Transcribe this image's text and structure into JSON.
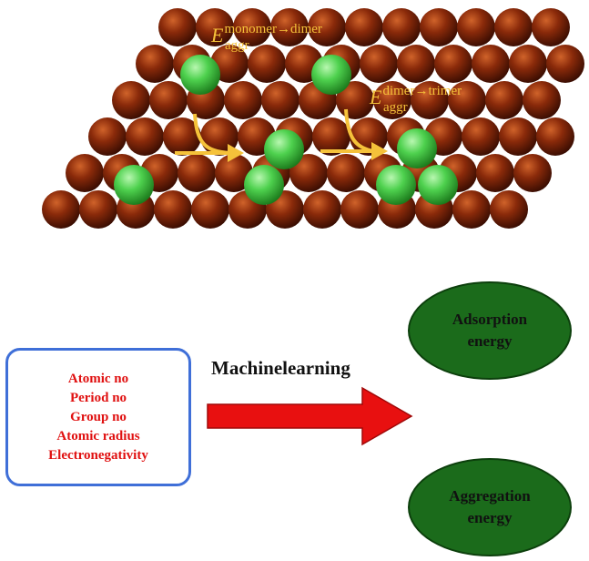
{
  "surface": {
    "label1": {
      "main": "E",
      "sub": "aggr",
      "sup": "monomer→dimer"
    },
    "label2": {
      "main": "E",
      "sub": "aggr",
      "sup": "dimer→trimer"
    }
  },
  "features": {
    "items": [
      "Atomic no",
      "Period no",
      "Group no",
      "Atomic radius",
      "Electronegativity"
    ]
  },
  "method_label": "Machinelearning",
  "outputs": {
    "adsorption": "Adsorption energy",
    "aggregation": "Aggregation energy"
  },
  "colors": {
    "substrate": "#8a2a0a",
    "adatom": "#4ed14e",
    "label": "#f5c23a",
    "box_border": "#3f6fd8",
    "feature_text": "#e01010",
    "arrow": "#e81010",
    "ellipse": "#1b6b1b"
  }
}
